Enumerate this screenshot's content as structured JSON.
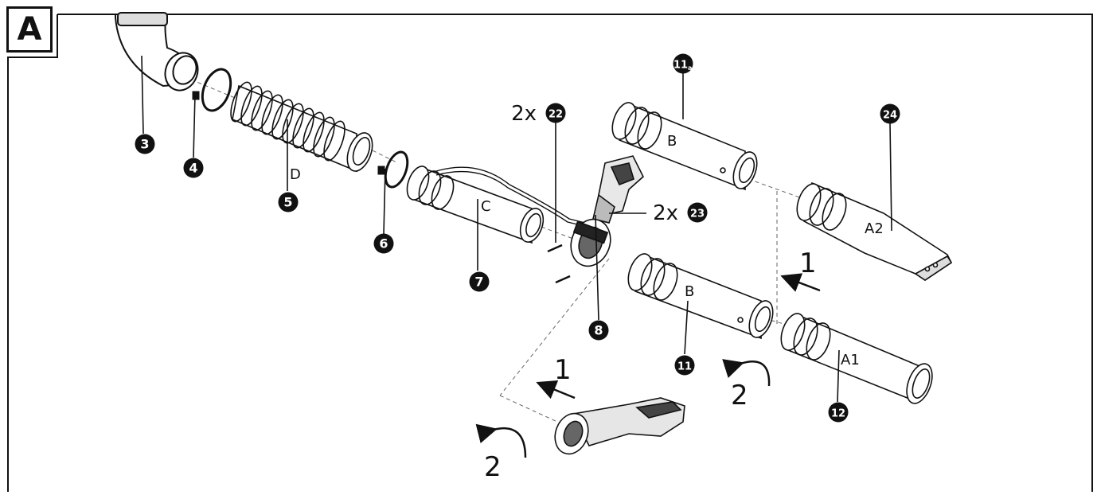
{
  "figure": {
    "panel_label": "A",
    "parts": [
      {
        "id": "p3",
        "number": "3"
      },
      {
        "id": "p4",
        "number": "4"
      },
      {
        "id": "p5",
        "number": "5"
      },
      {
        "id": "p6",
        "number": "6"
      },
      {
        "id": "p7",
        "number": "7"
      },
      {
        "id": "p8",
        "number": "8"
      },
      {
        "id": "p11",
        "number": "11"
      },
      {
        "id": "p11a",
        "number": "11",
        "suffix": "a"
      },
      {
        "id": "p12",
        "number": "12"
      },
      {
        "id": "p22",
        "number": "22",
        "prefix": "2x"
      },
      {
        "id": "p23",
        "number": "23",
        "prefix": "2x"
      },
      {
        "id": "p24",
        "number": "24"
      }
    ],
    "tube_letters": {
      "D": "D",
      "C": "C",
      "B_upper": "B",
      "B_lower": "B",
      "A2": "A2",
      "A1": "A1"
    },
    "steps": {
      "one": "1",
      "two": "2"
    },
    "colors": {
      "line": "#111111",
      "callout_fill": "#111111",
      "callout_text": "#ffffff",
      "background": "#ffffff"
    }
  }
}
